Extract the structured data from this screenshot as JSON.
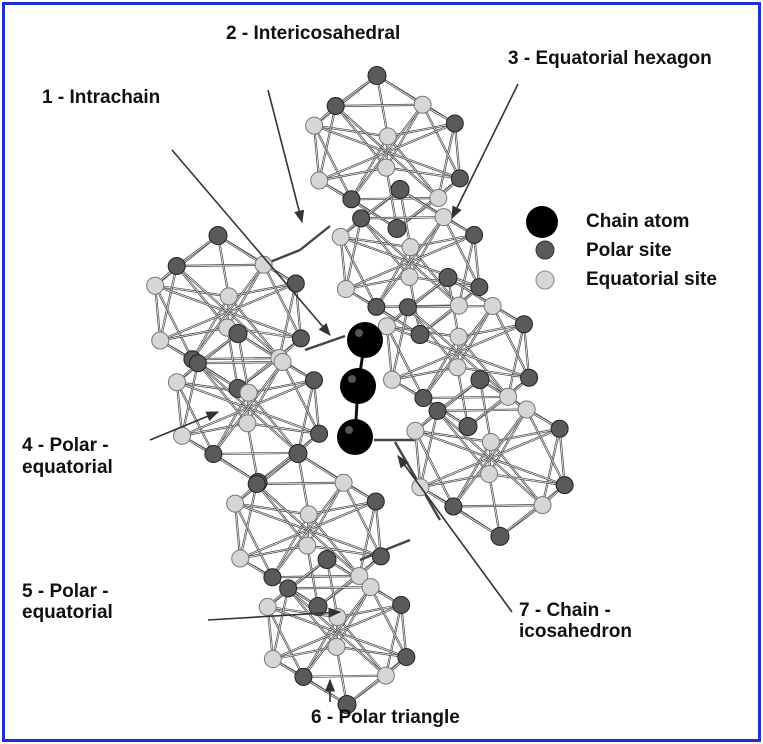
{
  "labels": {
    "l1": "1 -  Intrachain",
    "l2": "2 -  Intericosahedral",
    "l3": "3 - Equatorial hexagon",
    "l4_line1": "4 - Polar -",
    "l4_line2": "equatorial",
    "l5_line1": "5 - Polar -",
    "l5_line2": "equatorial",
    "l6": "6 - Polar triangle",
    "l7_line1": "7 - Chain -",
    "l7_line2": "icosahedron"
  },
  "legend": {
    "chain": "Chain atom",
    "polar": "Polar site",
    "equatorial": "Equatorial site"
  },
  "colors": {
    "frame": "#1a2fd6",
    "chain_atom": "#000000",
    "polar_site": "#5a5a5a",
    "equatorial_site": "#d6d6d6",
    "bond": "#444444"
  }
}
